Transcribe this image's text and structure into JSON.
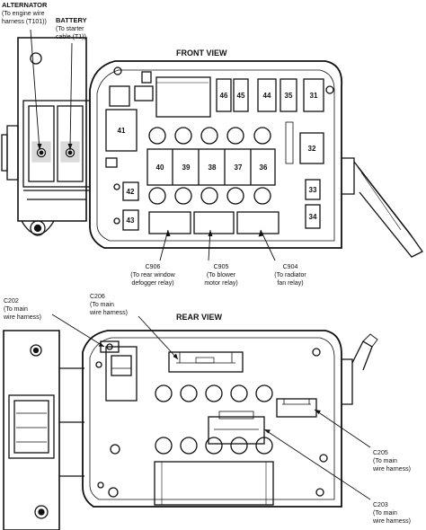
{
  "views": {
    "front": "FRONT VIEW",
    "rear": "REAR VIEW"
  },
  "front_callouts": {
    "alternator": {
      "name": "ALTERNATOR",
      "line1": "(To engine wire",
      "line2": "harness (T101))"
    },
    "battery": {
      "name": "BATTERY",
      "line1": "(To starter",
      "line2": "cable (T1))"
    },
    "c906": {
      "name": "C906",
      "line1": "(To rear window",
      "line2": "defogger relay)"
    },
    "c905": {
      "name": "C905",
      "line1": "(To blower",
      "line2": "motor relay)"
    },
    "c904": {
      "name": "C904",
      "line1": "(To radiator",
      "line2": "fan relay)"
    }
  },
  "rear_callouts": {
    "c202": {
      "name": "C202",
      "line1": "(To main",
      "line2": "wire harness)"
    },
    "c206": {
      "name": "C206",
      "line1": "(To main",
      "line2": "wire harness)"
    },
    "c205": {
      "name": "C205",
      "line1": "(To main",
      "line2": "wire harness)"
    },
    "c203": {
      "name": "C203",
      "line1": "(To main",
      "line2": "wire harness)"
    }
  },
  "fuses": {
    "top_row": [
      "46",
      "45",
      "44",
      "35",
      "31"
    ],
    "big": "41",
    "center_row": [
      "40",
      "39",
      "38",
      "37",
      "36"
    ],
    "right_col": [
      "32",
      "33",
      "34"
    ],
    "left_col": [
      "42",
      "43"
    ]
  }
}
